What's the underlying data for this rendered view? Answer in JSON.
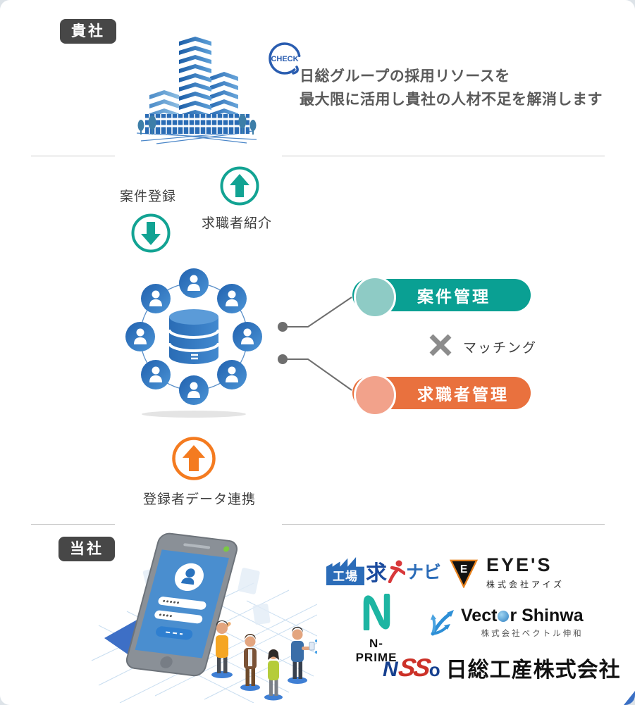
{
  "colors": {
    "teal": "#0aa093",
    "teal_light": "#8ecbc5",
    "orange_pill": "#e9713e",
    "orange_pill_light": "#f2a28b",
    "orange_arrow": "#f47b20",
    "blue": "#2b6cb8",
    "label_bg": "#474747"
  },
  "top": {
    "label": "貴社",
    "check_badge": "CHECK",
    "headline_line1": "日総グループの採用リソースを",
    "headline_line2": "最大限に活用し貴社の人材不足を解消します"
  },
  "flow": {
    "case_registration": "案件登録",
    "jobseeker_introduction": "求職者紹介",
    "registrant_data_link": "登録者データ連携"
  },
  "matching": {
    "case_management": "案件管理",
    "jobseeker_management": "求職者管理",
    "label": "マッチング"
  },
  "bottom": {
    "label": "当社",
    "logos": {
      "koujou_navi": {
        "factory": "工場",
        "kyu": "求",
        "navi": "ナビ"
      },
      "eyes": {
        "mark": "E",
        "title": "EYE'S",
        "subtitle": "株式会社アイズ"
      },
      "nprime": {
        "title": "N-PRIME"
      },
      "vector": {
        "t1": "Vect",
        "t2": "r Shinwa",
        "subtitle": "株式会社ベクトル伸和"
      },
      "nisso": {
        "n": "N",
        "ss": "SS",
        "o": "o",
        "title": "日総工産株式会社"
      }
    }
  }
}
